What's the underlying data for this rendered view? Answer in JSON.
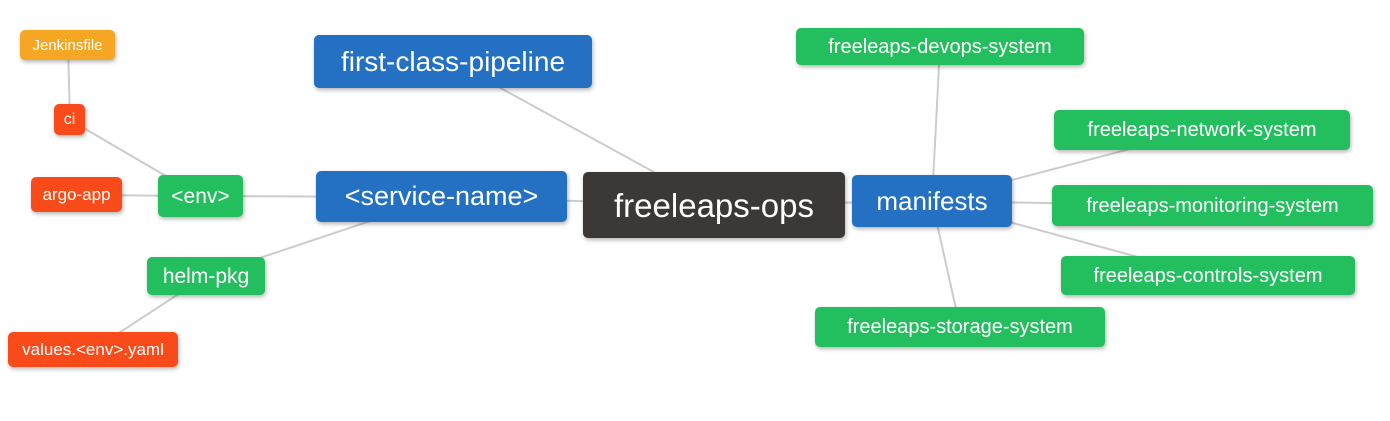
{
  "diagram": {
    "type": "mindmap",
    "background_color": "#ffffff",
    "edge_color": "#cccccc",
    "colors": {
      "blue": "#2470c2",
      "green": "#23be5e",
      "orange": "#f5a623",
      "red": "#f94b1a",
      "dark": "#3b3836"
    },
    "nodes": {
      "jenkinsfile": {
        "label": "Jenkinsfile",
        "color": "orange"
      },
      "ci": {
        "label": "ci",
        "color": "red"
      },
      "argo_app": {
        "label": "argo-app",
        "color": "red"
      },
      "env": {
        "label": "<env>",
        "color": "green"
      },
      "helm_pkg": {
        "label": "helm-pkg",
        "color": "green"
      },
      "values_yaml": {
        "label": "values.<env>.yaml",
        "color": "red"
      },
      "service_name": {
        "label": "<service-name>",
        "color": "blue"
      },
      "first_class_pipeline": {
        "label": "first-class-pipeline",
        "color": "blue"
      },
      "freeleaps_ops": {
        "label": "freeleaps-ops",
        "color": "dark"
      },
      "manifests": {
        "label": "manifests",
        "color": "blue"
      },
      "devops_system": {
        "label": "freeleaps-devops-system",
        "color": "green"
      },
      "network_system": {
        "label": "freeleaps-network-system",
        "color": "green"
      },
      "monitoring_system": {
        "label": "freeleaps-monitoring-system",
        "color": "green"
      },
      "controls_system": {
        "label": "freeleaps-controls-system",
        "color": "green"
      },
      "storage_system": {
        "label": "freeleaps-storage-system",
        "color": "green"
      }
    },
    "edges": [
      {
        "from": "Jenkinsfile",
        "to": "ci"
      },
      {
        "from": "ci",
        "to": "<env>"
      },
      {
        "from": "argo-app",
        "to": "<env>"
      },
      {
        "from": "<env>",
        "to": "<service-name>"
      },
      {
        "from": "helm-pkg",
        "to": "<service-name>"
      },
      {
        "from": "values.<env>.yaml",
        "to": "helm-pkg"
      },
      {
        "from": "<service-name>",
        "to": "freeleaps-ops"
      },
      {
        "from": "first-class-pipeline",
        "to": "freeleaps-ops"
      },
      {
        "from": "freeleaps-ops",
        "to": "manifests"
      },
      {
        "from": "manifests",
        "to": "freeleaps-devops-system"
      },
      {
        "from": "manifests",
        "to": "freeleaps-network-system"
      },
      {
        "from": "manifests",
        "to": "freeleaps-monitoring-system"
      },
      {
        "from": "manifests",
        "to": "freeleaps-controls-system"
      },
      {
        "from": "manifests",
        "to": "freeleaps-storage-system"
      }
    ]
  }
}
